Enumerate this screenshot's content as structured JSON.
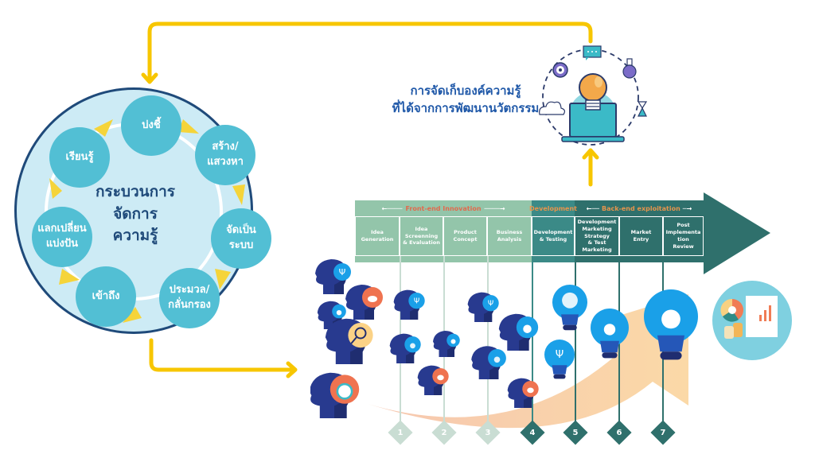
{
  "km_process": {
    "center_title": "กระบวนการ\nจัดการ\nความรู้",
    "steps": [
      {
        "label": "บ่งชี้"
      },
      {
        "label": "สร้าง/\nแสวงหา"
      },
      {
        "label": "จัดเป็น\nระบบ"
      },
      {
        "label": "ประมวล/\nกลั่นกรอง"
      },
      {
        "label": "เข้าถึง"
      },
      {
        "label": "แลกเปลี่ยน\nแบ่งปัน"
      },
      {
        "label": "เรียนรู้"
      }
    ]
  },
  "storage": {
    "title": "การจัดเก็บองค์ความรู้\nที่ได้จากการพัฒนานวัตกรรม",
    "icons": [
      "target-icon",
      "chat-bubble-icon",
      "flask-icon",
      "cloud-icon",
      "hourglass-icon",
      "lightbulb-icon",
      "laptop-icon"
    ]
  },
  "innovation_process": {
    "phases": [
      {
        "label": "Front-end Innovation",
        "color": "#e06a4e"
      },
      {
        "label": "Development",
        "color": "#e5944c"
      },
      {
        "label": "Back-end exploitation",
        "color": "#e5944c"
      }
    ],
    "stages": [
      {
        "label": "Idea\nGeneration",
        "number": "1"
      },
      {
        "label": "Idea\nScreenning\n& Evaluation",
        "number": "2"
      },
      {
        "label": "Product\nConcept",
        "number": "3"
      },
      {
        "label": "Business\nAnalysis",
        "number": "4"
      },
      {
        "label": "Development\n& Testing",
        "number": "5"
      },
      {
        "label": "Development\nMarketing\nStrategy\n& Test\nMarketing",
        "number": "6"
      },
      {
        "label": "Market\nEntry",
        "number": "7"
      },
      {
        "label": "Post\nImplementa\ntion\nReview"
      }
    ]
  },
  "colors": {
    "front_end": "#93c5aa",
    "development": "#3b8a87",
    "back_end": "#2f706c",
    "arrow_yellow": "#f7c600",
    "node_fill": "#52bfd4",
    "circle_fill": "#cdebf5",
    "navy": "#1f4a7a"
  },
  "results_icon": "business-report-icon"
}
